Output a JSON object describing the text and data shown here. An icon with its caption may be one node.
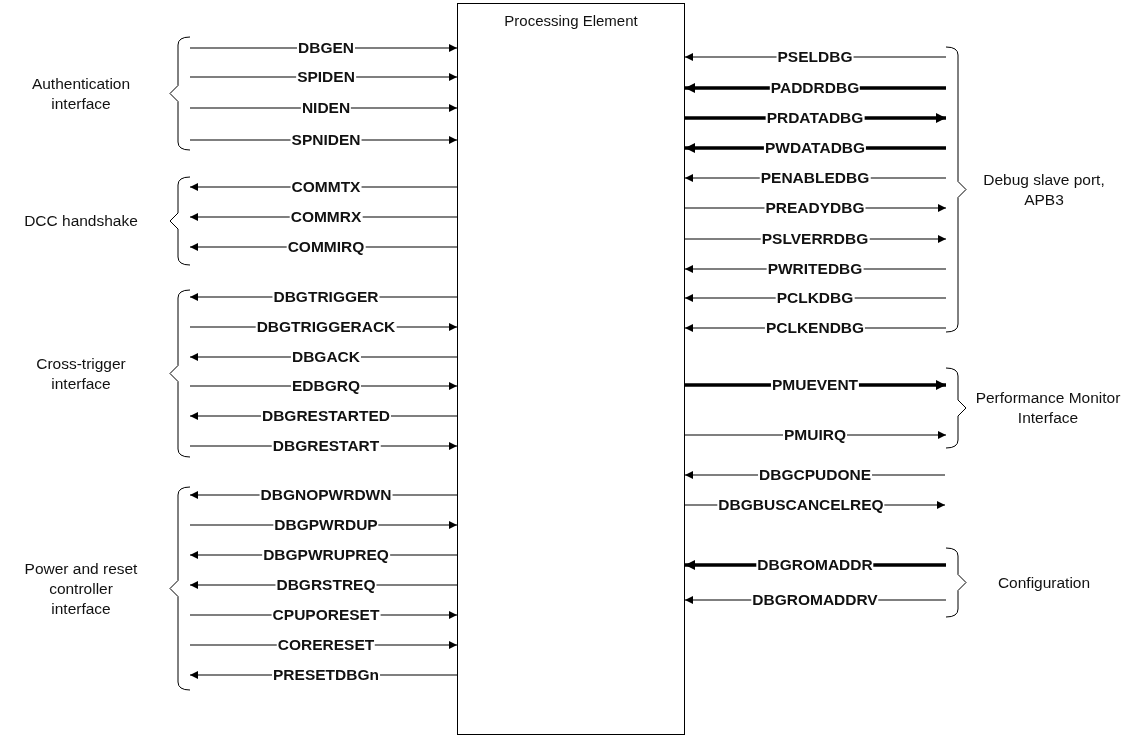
{
  "diagram": {
    "nodes": [
      {
        "text": [
          "Processing Element"
        ]
      },
      {
        "text": [
          "Authentication interface"
        ]
      },
      {
        "text": [
          "DCC handshake"
        ]
      },
      {
        "text": [
          "Cross-trigger interface"
        ]
      },
      {
        "text": [
          "Power and reset controller interface"
        ]
      },
      {
        "text": [
          "Debug slave port, APB3"
        ]
      },
      {
        "text": [
          "Performance Monitor Interface"
        ]
      },
      {
        "text": [
          "Configuration"
        ]
      }
    ],
    "edges": [
      {
        "from": 1,
        "to": 0,
        "arrow": "to",
        "label": "DBGEN"
      },
      {
        "from": 1,
        "to": 0,
        "arrow": "to",
        "label": "SPIDEN"
      },
      {
        "from": 1,
        "to": 0,
        "arrow": "to",
        "label": "NIDEN"
      },
      {
        "from": 1,
        "to": 0,
        "arrow": "to",
        "label": "SPNIDEN"
      },
      {
        "from": 0,
        "to": 2,
        "arrow": "to",
        "label": "COMMTX"
      },
      {
        "from": 0,
        "to": 2,
        "arrow": "to",
        "label": "COMMRX"
      },
      {
        "from": 0,
        "to": 2,
        "arrow": "to",
        "label": "COMMIRQ"
      },
      {
        "from": 0,
        "to": 3,
        "arrow": "to",
        "label": "DBGTRIGGER"
      },
      {
        "from": 3,
        "to": 0,
        "arrow": "to",
        "label": "DBGTRIGGERACK"
      },
      {
        "from": 0,
        "to": 3,
        "arrow": "to",
        "label": "DBGACK"
      },
      {
        "from": 3,
        "to": 0,
        "arrow": "to",
        "label": "EDBGRQ"
      },
      {
        "from": 0,
        "to": 3,
        "arrow": "to",
        "label": "DBGRESTARTED"
      },
      {
        "from": 3,
        "to": 0,
        "arrow": "to",
        "label": "DBGRESTART"
      },
      {
        "from": 0,
        "to": 4,
        "arrow": "to",
        "label": "DBGNOPWRDWN"
      },
      {
        "from": 4,
        "to": 0,
        "arrow": "to",
        "label": "DBGPWRDUP"
      },
      {
        "from": 0,
        "to": 4,
        "arrow": "to",
        "label": "DBGPWRUPREQ"
      },
      {
        "from": 0,
        "to": 4,
        "arrow": "to",
        "label": "DBGRSTREQ"
      },
      {
        "from": 4,
        "to": 0,
        "arrow": "to",
        "label": "CPUPORESET"
      },
      {
        "from": 4,
        "to": 0,
        "arrow": "to",
        "label": "CORERESET"
      },
      {
        "from": 0,
        "to": 4,
        "arrow": "to",
        "label": "PRESETDBGn"
      },
      {
        "from": 5,
        "to": 0,
        "arrow": "to",
        "label": "PSELDBG"
      },
      {
        "from": 5,
        "to": 0,
        "arrow": "to",
        "label": "PADDRDBG",
        "style": "thick"
      },
      {
        "from": 0,
        "to": 5,
        "arrow": "to",
        "label": "PRDATADBG",
        "style": "thick"
      },
      {
        "from": 5,
        "to": 0,
        "arrow": "to",
        "label": "PWDATADBG",
        "style": "thick"
      },
      {
        "from": 5,
        "to": 0,
        "arrow": "to",
        "label": "PENABLEDBG"
      },
      {
        "from": 0,
        "to": 5,
        "arrow": "to",
        "label": "PREADYDBG"
      },
      {
        "from": 0,
        "to": 5,
        "arrow": "to",
        "label": "PSLVERRDBG"
      },
      {
        "from": 5,
        "to": 0,
        "arrow": "to",
        "label": "PWRITEDBG"
      },
      {
        "from": 5,
        "to": 0,
        "arrow": "to",
        "label": "PCLKDBG"
      },
      {
        "from": 5,
        "to": 0,
        "arrow": "to",
        "label": "PCLKENDBG"
      },
      {
        "from": 0,
        "to": 6,
        "arrow": "to",
        "label": "PMUEVENT",
        "style": "thick"
      },
      {
        "from": 0,
        "to": 6,
        "arrow": "to",
        "label": "PMUIRQ"
      },
      {
        "from": null,
        "to": 0,
        "arrow": "to",
        "label": "DBGCPUDONE"
      },
      {
        "from": 0,
        "to": null,
        "arrow": "to",
        "label": "DBGBUSCANCELREQ"
      },
      {
        "from": 7,
        "to": 0,
        "arrow": "to",
        "label": "DBGROMADDR",
        "style": "thick"
      },
      {
        "from": 7,
        "to": 0,
        "arrow": "to",
        "label": "DBGROMADDRV"
      }
    ]
  }
}
